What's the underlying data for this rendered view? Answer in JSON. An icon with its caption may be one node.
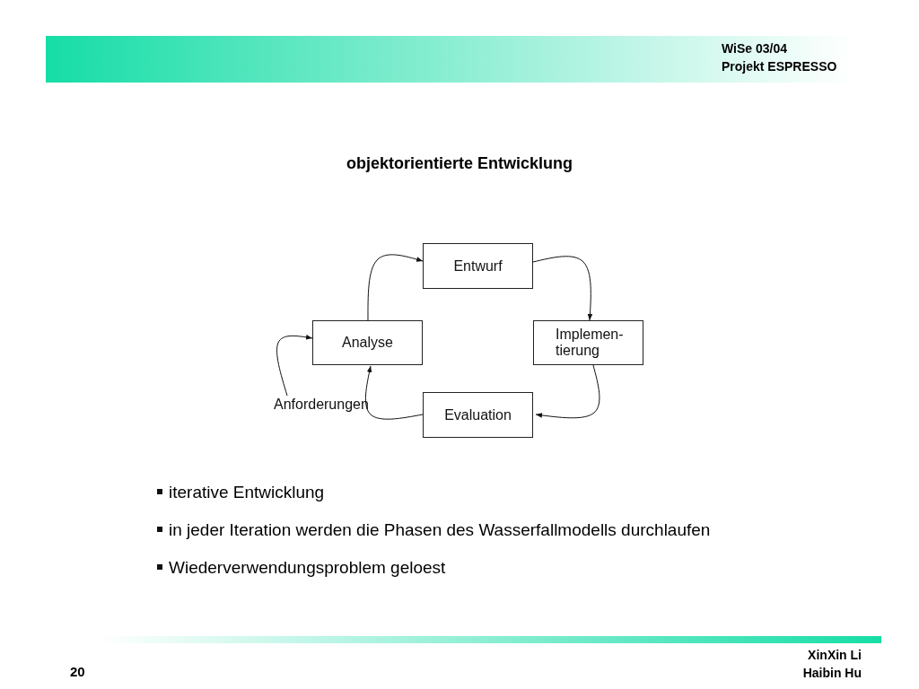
{
  "diagram": {
    "title": "objektorientierte Entwicklung",
    "nodes": [
      {
        "text": [
          "Entwurf"
        ]
      },
      {
        "text": [
          "Implemen- tierung"
        ]
      },
      {
        "text": [
          "Evaluation"
        ]
      },
      {
        "text": [
          "Analyse"
        ]
      },
      {
        "text": [
          "Anforderungen"
        ]
      }
    ],
    "edges": [
      {
        "from": 3,
        "to": 0,
        "arrow": "to"
      },
      {
        "from": 0,
        "to": 1,
        "arrow": "to"
      },
      {
        "from": 1,
        "to": 2,
        "arrow": "to"
      },
      {
        "from": 2,
        "to": 3,
        "arrow": "to"
      },
      {
        "from": 4,
        "to": 3,
        "arrow": "to"
      }
    ],
    "labels": [
      "WiSe 03/04",
      "Projekt ESPRESSO",
      "iterative Entwicklung",
      "in jeder Iteration werden die Phasen des Wasserfallmodells durchlaufen",
      "Wiederverwendungsproblem geloest",
      "20",
      "XinXin Li",
      "Haibin Hu"
    ]
  }
}
